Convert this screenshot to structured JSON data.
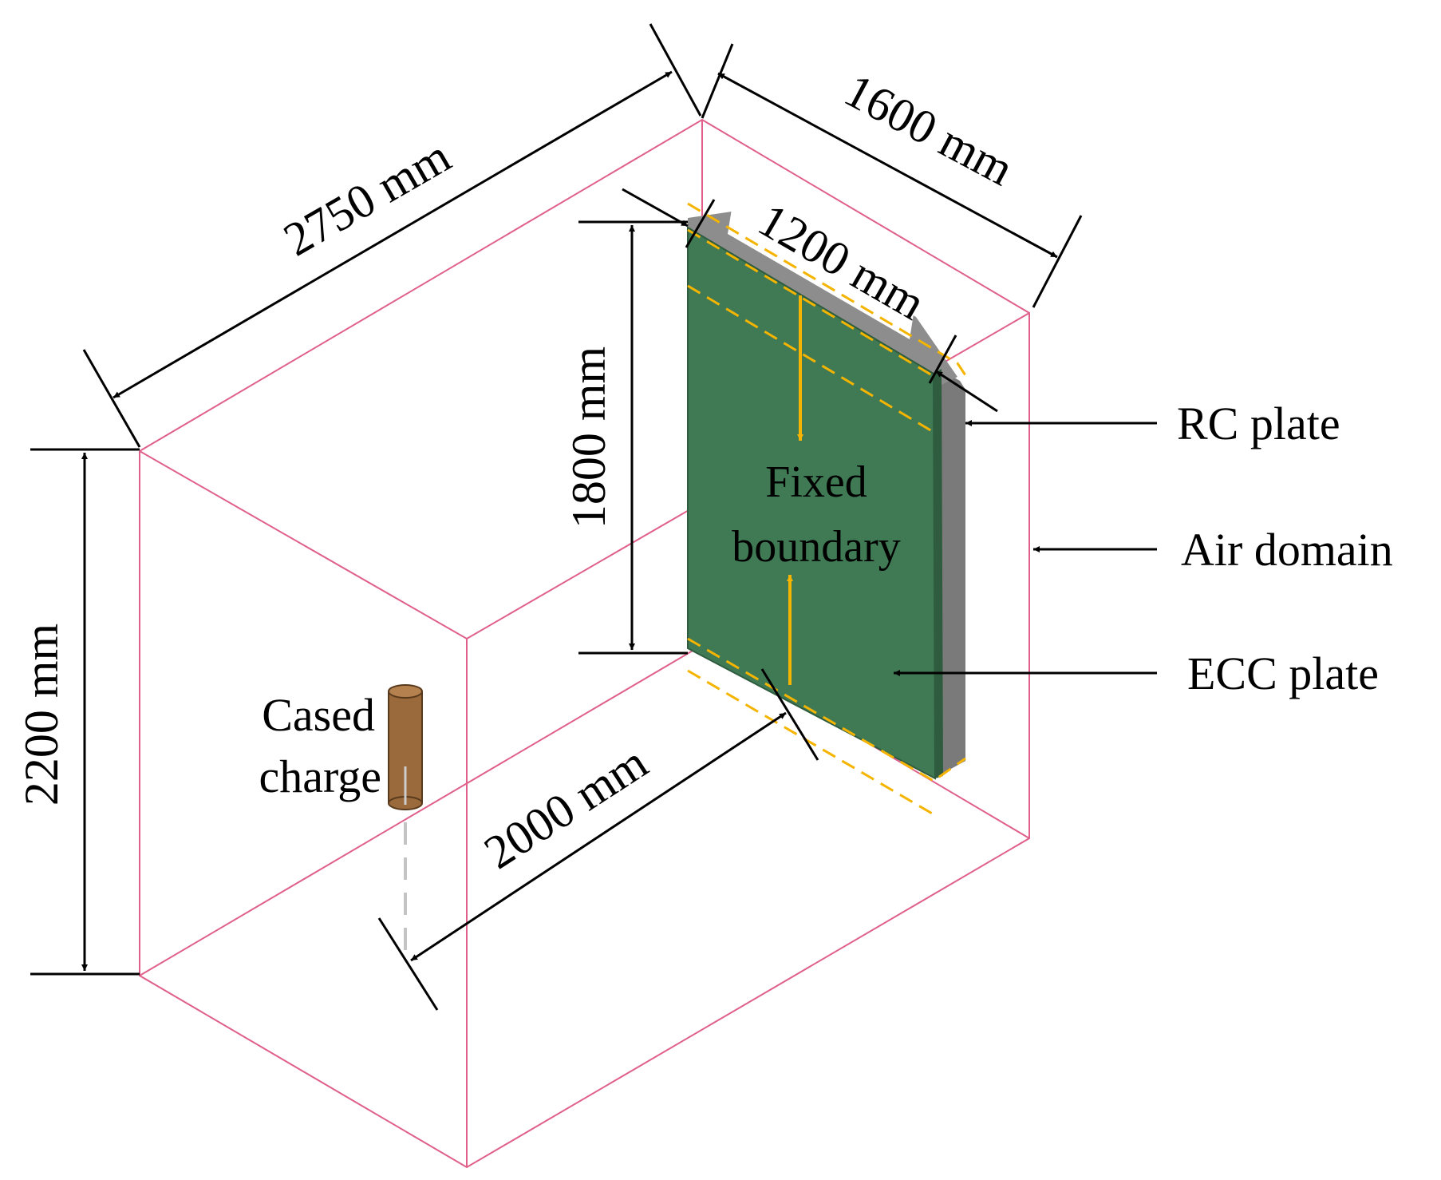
{
  "dimensions": {
    "length_label": "2750 mm",
    "width_label": "1600 mm",
    "height_label": "2200 mm",
    "plate_width_label": "1200 mm",
    "plate_height_label": "1800 mm",
    "standoff_label": "2000 mm"
  },
  "labels": {
    "rc_plate": "RC plate",
    "air_domain": "Air domain",
    "ecc_plate": "ECC plate",
    "fixed_boundary_line1": "Fixed",
    "fixed_boundary_line2": "boundary",
    "charge_line1": "Cased",
    "charge_line2": "charge"
  },
  "colors": {
    "air_domain_edges": "#e0608a",
    "ecc_plate": "#3f7a55",
    "rc_plate": "#7a7a7a",
    "boundary": "#f5b400",
    "charge": "#9a6a3c",
    "dimension_lines": "#000000"
  }
}
